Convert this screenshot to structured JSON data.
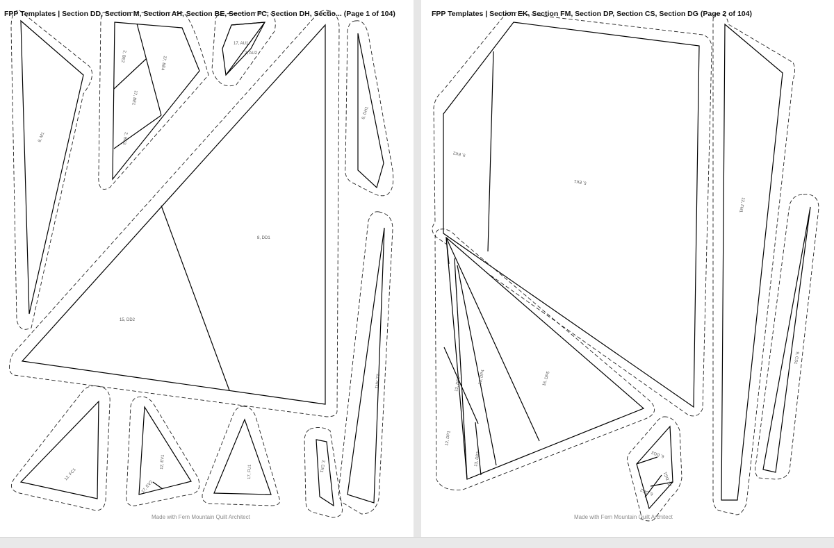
{
  "page1": {
    "title": "FPP Templates | Section DD, Section M, Section AH, Section BE, Section FC, Section DH, Sectio... (Page 1 of 104)",
    "footer": "Made with Fern Mountain Quilt Architect",
    "pieces": {
      "m1": "8, M1",
      "be2": "2, BE2",
      "be4": "17, BE4",
      "be1": "17, BE1",
      "be3": "2, BE3",
      "au1": "17, AU1",
      "au2": "2, AU2",
      "dh1": "8, DH1",
      "dd1": "8, DD1",
      "dd2": "15, DD2",
      "ah1": "22, AH1",
      "fc1": "12, FC1",
      "ev1": "12, EV1",
      "ev2": "17, EV2",
      "fu1": "17, FU1",
      "dx1": "2, DX1"
    }
  },
  "page2": {
    "title": "FPP Templates | Section EK, Section FM, Section DP, Section CS, Section DG (Page 2 of 104)",
    "footer": "Made with Fern Mountain Quilt Architect",
    "pieces": {
      "ek2": "9, EK2",
      "ek1": "5, EK1",
      "fm1": "12, FM1",
      "cs1": "9, CS1",
      "dp1": "12, DP1",
      "dp2": "12, DP2",
      "dp3": "13, DP3",
      "dp4": "16, DP4",
      "dp5": "16, DP5",
      "dg1": "20, DG1",
      "dg2": "6, DG2",
      "dg3": "6, DG3"
    }
  }
}
